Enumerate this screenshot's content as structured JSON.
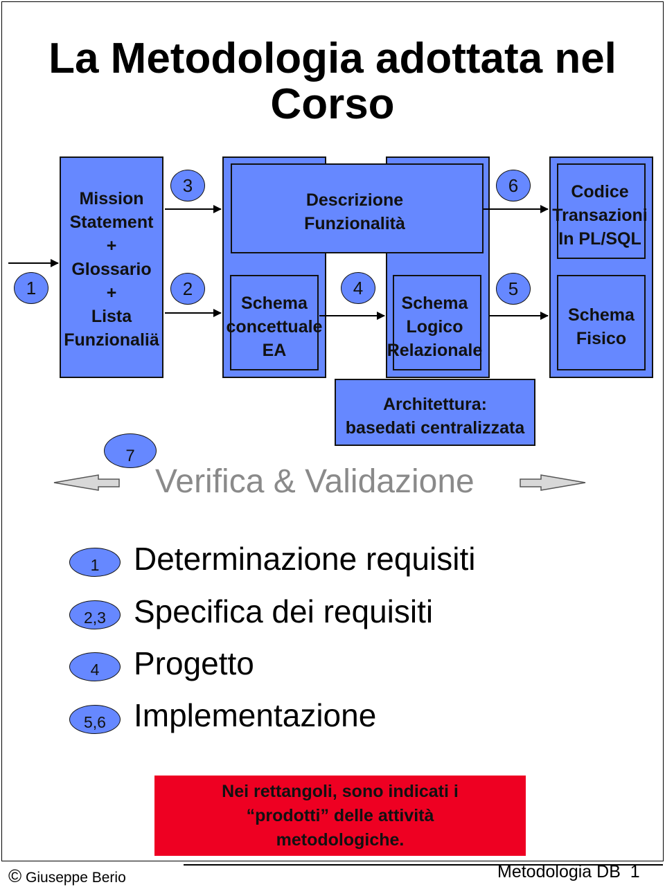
{
  "title": "La Metodologia adottata nel Corso",
  "boxes": {
    "mission": [
      "Mission",
      "Statement",
      "+",
      "Glossario",
      "+",
      "Lista",
      "Funzionaliä"
    ],
    "descrizione": [
      "Descrizione",
      "Funzionalità"
    ],
    "schema_concettuale": [
      "Schema",
      "concettuale",
      "EA"
    ],
    "schema_logico": [
      "Schema",
      "Logico",
      "Relazionale"
    ],
    "codice": [
      "Codice",
      "Transazioni",
      "In PL/SQL"
    ],
    "schema_fisico": [
      "Schema",
      "Fisico"
    ],
    "architettura": [
      "Architettura:",
      "basedati centralizzata"
    ]
  },
  "markers": {
    "m1": "1",
    "m2": "2",
    "m3": "3",
    "m4": "4",
    "m5": "5",
    "m6": "6",
    "m7": "7"
  },
  "verifica": "Verifica & Validazione",
  "legend": [
    {
      "num": "1",
      "text": "Determinazione requisiti"
    },
    {
      "num": "2,3",
      "text": "Specifica dei requisiti"
    },
    {
      "num": "4",
      "text": "Progetto"
    },
    {
      "num": "5,6",
      "text": "Implementazione"
    }
  ],
  "note": [
    "Nei rettangoli, sono indicati i",
    "“prodotti” delle attività",
    "metodologiche."
  ],
  "footer": {
    "copyright_symbol": "©",
    "author": "Giuseppe Berio",
    "slide": "Metodologia DB",
    "page": "1"
  },
  "colors": {
    "box": "#6688ff",
    "note": "#ee0022",
    "verifica": "#8a8a8a"
  }
}
